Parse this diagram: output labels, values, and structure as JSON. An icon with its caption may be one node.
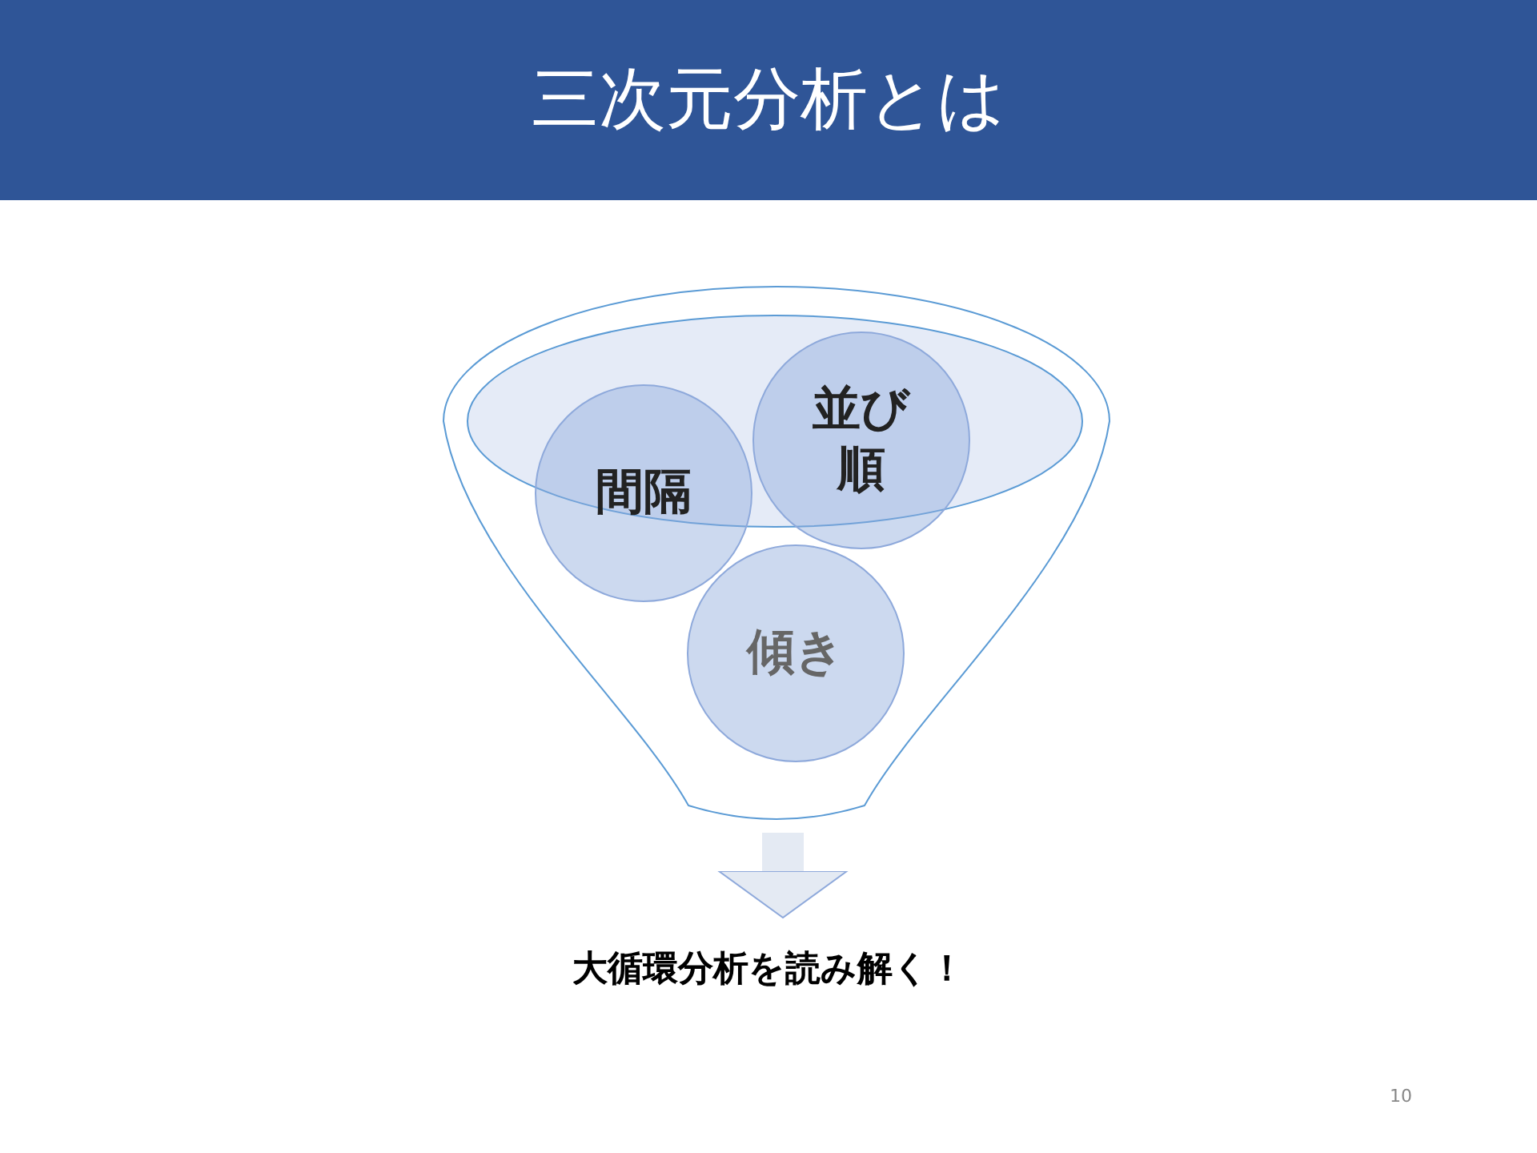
{
  "diagram": {
    "title": "三次元分析とは",
    "nodes": [
      {
        "text": [],
        "shape": "funnel"
      },
      {
        "text": [
          "並び順"
        ],
        "in": 0
      },
      {
        "text": [
          "間隔"
        ],
        "in": 0
      },
      {
        "text": [
          "傾き"
        ],
        "in": 0
      },
      {
        "text": [
          "大循環分析を読み解く！"
        ]
      }
    ],
    "edges": [
      {
        "from": 0,
        "to": 4,
        "arrow": "to"
      }
    ],
    "labels": [
      "10"
    ]
  }
}
